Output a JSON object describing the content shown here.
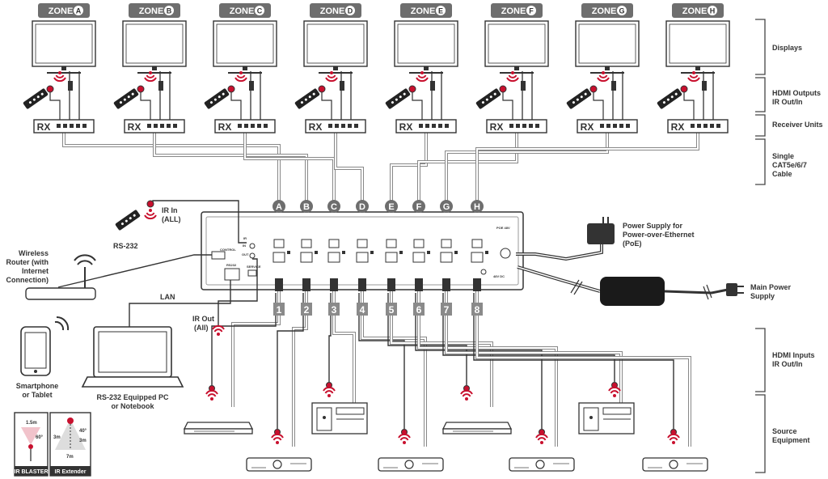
{
  "zones": [
    {
      "label": "ZONE",
      "letter": "A"
    },
    {
      "label": "ZONE",
      "letter": "B"
    },
    {
      "label": "ZONE",
      "letter": "C"
    },
    {
      "label": "ZONE",
      "letter": "D"
    },
    {
      "label": "ZONE",
      "letter": "E"
    },
    {
      "label": "ZONE",
      "letter": "F"
    },
    {
      "label": "ZONE",
      "letter": "G"
    },
    {
      "label": "ZONE",
      "letter": "H"
    }
  ],
  "receiver_label": "RX",
  "output_letters": [
    "A",
    "B",
    "C",
    "D",
    "E",
    "F",
    "G",
    "H"
  ],
  "input_numbers": [
    "1",
    "2",
    "3",
    "4",
    "5",
    "6",
    "7",
    "8"
  ],
  "right_labels": {
    "displays": "Displays",
    "hdmi_outputs_1": "HDMI Outputs",
    "hdmi_outputs_2": "IR Out/In",
    "receiver_units": "Receiver Units",
    "cable_1": "Single",
    "cable_2": "CAT5e/6/7",
    "cable_3": "Cable",
    "hdmi_inputs_1": "HDMI Inputs",
    "hdmi_inputs_2": "IR Out/In",
    "source_1": "Source",
    "source_2": "Equipment"
  },
  "left_labels": {
    "ir_in_1": "IR In",
    "ir_in_2": "(ALL)",
    "rs232": "RS-232",
    "router_1": "Wireless",
    "router_2": "Router (with",
    "router_3": "Internet",
    "router_4": "Connection)",
    "lan": "LAN",
    "ir_out_1": "IR Out",
    "ir_out_2": "(All)",
    "phone_1": "Smartphone",
    "phone_2": "or Tablet",
    "pc_1": "RS-232 Equipped PC",
    "pc_2": "or Notebook"
  },
  "power_labels": {
    "poe_1": "Power Supply for",
    "poe_2": "Power-over-Ethernet",
    "poe_3": "(PoE)",
    "main_1": "Main Power",
    "main_2": "Supply"
  },
  "legend": {
    "blaster_title": "IR BLASTER",
    "extender_title": "IR Extender",
    "blaster_distance": "1.5m",
    "blaster_angle": "60°",
    "extender_angle": "40°",
    "extender_distance_1": "3m",
    "extender_distance_2": "3m",
    "extender_distance_3": "7m"
  },
  "unit_labels": {
    "control": "CONTROL",
    "ir": "IR",
    "in": "IN",
    "out": "OUT",
    "rs232": "RS232",
    "service": "SERVICE",
    "poe_dc": "POE 48V",
    "main_dc": "48V DC"
  }
}
